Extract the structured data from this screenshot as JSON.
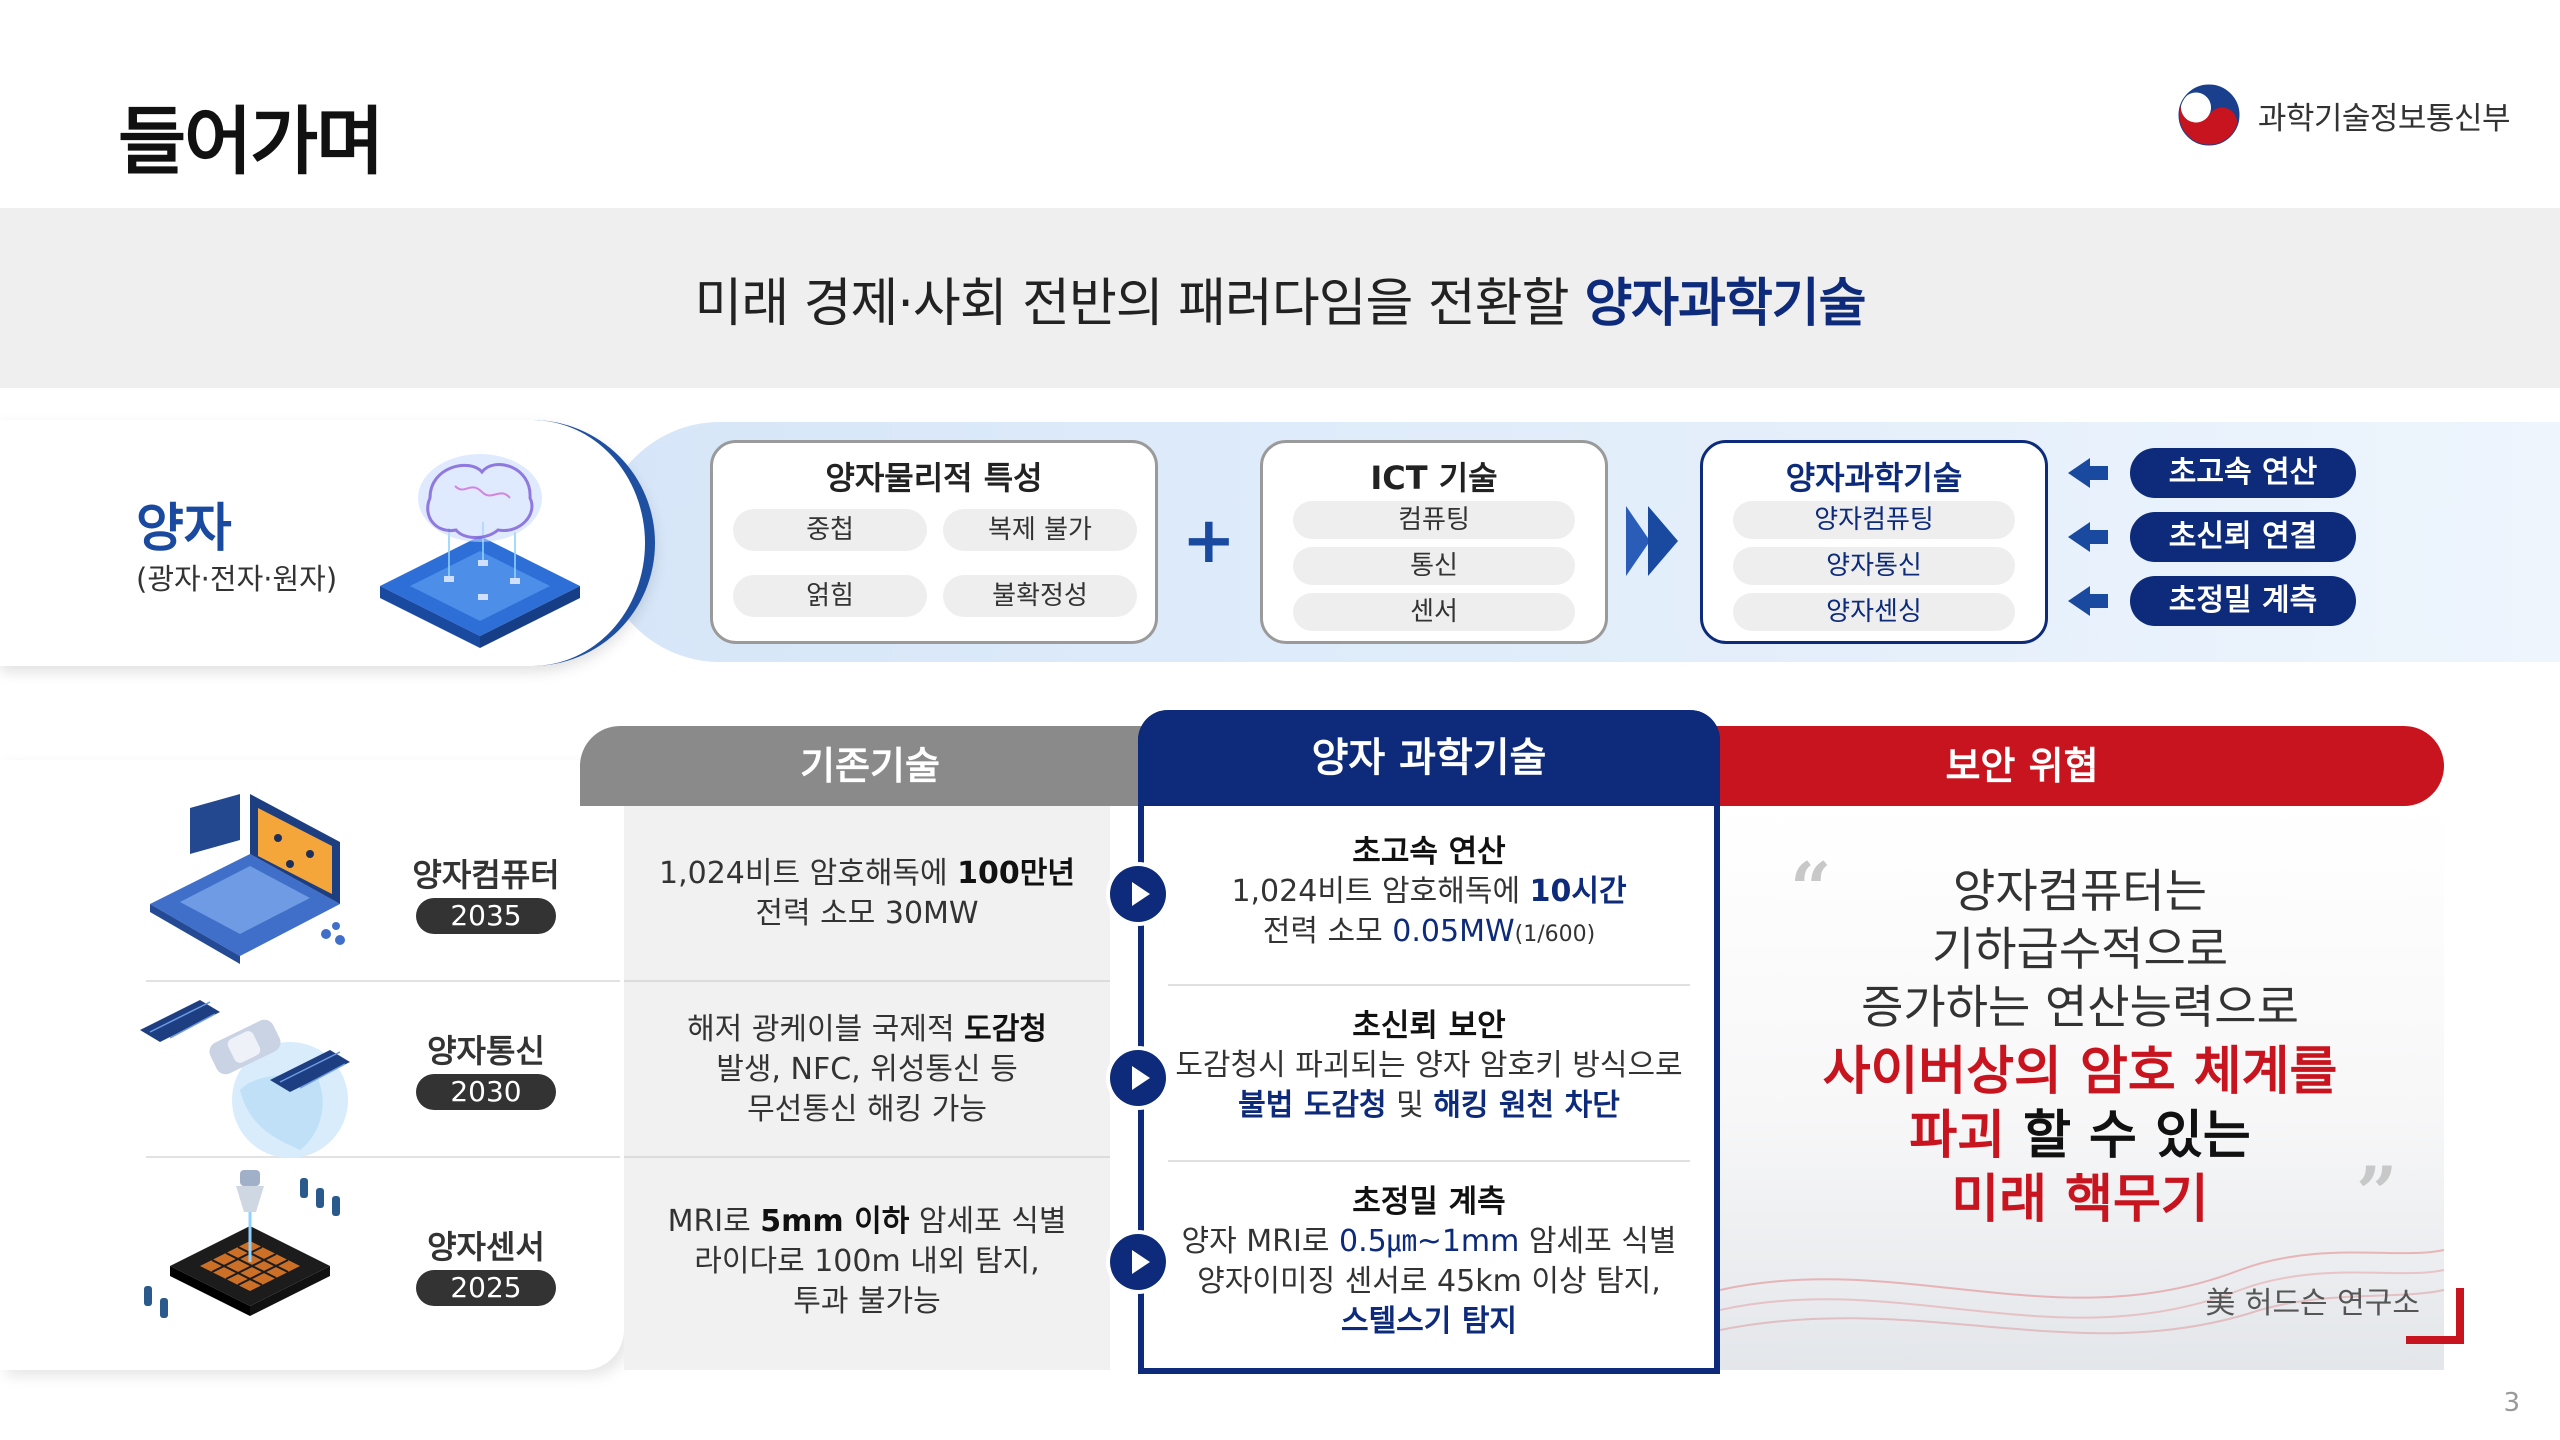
{
  "page_title": "들어가며",
  "ministry": {
    "name": "과학기술정보통신부",
    "logo_icon": "taegeuk-logo-icon"
  },
  "banner": {
    "prefix": "미래 경제·사회 전반의 패러다임을 전환할",
    "highlight": "양자과학기술"
  },
  "quantum": {
    "title": "양자",
    "subtitle": "(광자·전자·원자)"
  },
  "boxes": {
    "physics": {
      "title": "양자물리적 특성",
      "items": [
        "중첩",
        "복제 불가",
        "얽힘",
        "불확정성"
      ]
    },
    "plus": "+",
    "ict": {
      "title": "ICT 기술",
      "items": [
        "컴퓨팅",
        "통신",
        "센서"
      ]
    },
    "quantum_tech": {
      "title": "양자과학기술",
      "items": [
        "양자컴퓨팅",
        "양자통신",
        "양자센싱"
      ]
    }
  },
  "tags": [
    "초고속 연산",
    "초신뢰 연결",
    "초정밀 계측"
  ],
  "table": {
    "head_existing": "기존기술",
    "head_quantum": "양자 과학기술",
    "head_threat": "보안 위협",
    "rows": [
      {
        "name": "양자컴퓨터",
        "year": "2035",
        "existing": {
          "line1a": "1,024비트 암호해독에 ",
          "line1b": "100만년",
          "line2": "전력 소모  30MW"
        },
        "quantum": {
          "title": "초고속 연산",
          "l1a": "1,024비트 암호해독에 ",
          "l1b": "10시간",
          "l2a": "전력 소모 ",
          "l2b": "0.05MW",
          "l2c": "(1/600)"
        }
      },
      {
        "name": "양자통신",
        "year": "2030",
        "existing": {
          "line1a": "해저 광케이블 국제적 ",
          "line1b": "도감청",
          "line2": "발생,  NFC, 위성통신 등",
          "line3": "무선통신  해킹 가능"
        },
        "quantum": {
          "title": "초신뢰 보안",
          "l1": "도감청시 파괴되는 양자 암호키 방식으로",
          "l2a": "불법 도감청",
          "l2b": " 및 ",
          "l2c": "해킹 원천 차단"
        }
      },
      {
        "name": "양자센서",
        "year": "2025",
        "existing": {
          "line1a": "MRI로 ",
          "line1b": "5mm 이하",
          "line1c": " 암세포 식별",
          "line2": "라이다로 100m 내외 탐지,",
          "line3": "투과 불가능"
        },
        "quantum": {
          "title": "초정밀 계측",
          "l1a": "양자 MRI로 ",
          "l1b": "0.5㎛~1mm",
          "l1c": " 암세포 식별",
          "l2": "양자이미징 센서로  45km 이상 탐지,",
          "l3": "스텔스기 탐지"
        }
      }
    ]
  },
  "threat": {
    "line1": "양자컴퓨터는",
    "line2": "기하급수적으로",
    "line3": "증가하는 연산능력으로",
    "red1": "사이버상의 암호 체계를",
    "red2a": "파괴",
    "red2b": " 할 수 있는",
    "red3": "미래 핵무기",
    "source": "美 허드슨 연구소",
    "quote_open": "“",
    "quote_close": "”"
  },
  "page_number": "3",
  "colors": {
    "navy": "#0d2b7a",
    "red": "#c8141e",
    "gray_head": "#8a8a8a",
    "strip": "#d6e6f8"
  }
}
